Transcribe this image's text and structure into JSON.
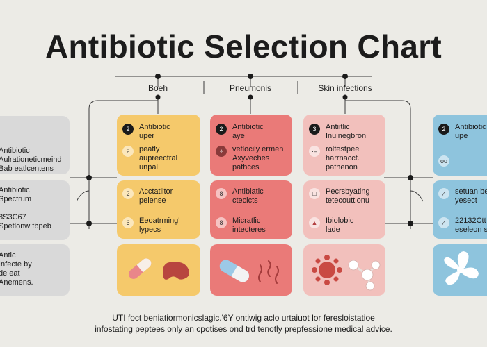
{
  "title": "Antibiotic Selection Chart",
  "headers": [
    "Boeh",
    "Pneumonis",
    "Skin infections"
  ],
  "colors": {
    "gray": "#d9d9d9",
    "yellow": "#f5c96b",
    "red": "#ea7a78",
    "pink": "#f2c0bc",
    "blue": "#8ec4dd",
    "background": "#ecebe6"
  },
  "left_column": [
    {
      "text": "Antibiotic\nAulrationeticmeind\nBab eatlcentens"
    },
    {
      "text": "Antibiotic\nSpectrum\n\n8S3C67\nSpetlonw tbpeb"
    },
    {
      "text": "Antic\nInfecte by\nde eat\nAnemens."
    }
  ],
  "columns": [
    {
      "rows": [
        {
          "badge": "2",
          "text": "Antibiotic\nuper"
        },
        {
          "badge": "2",
          "text": "peatly\naupreectral\nunpal"
        },
        {
          "badge": "2",
          "text": "Acctatiltor\npelense"
        },
        {
          "badge": "6",
          "text": "Eeoatrming'\nlypecs"
        }
      ],
      "icons": [
        "capsule-icon",
        "kidney-icon"
      ]
    },
    {
      "rows": [
        {
          "badge": "2",
          "text": "Antibiotic\naye"
        },
        {
          "badge": "✧",
          "text": "vetlocily ermen\nAxyveches\npathces"
        },
        {
          "badge": "8",
          "text": "Antibiatic\nctecicts"
        },
        {
          "badge": "8",
          "text": "Micratlic\nintecteres"
        }
      ],
      "icons": [
        "pill-icon",
        "bacteria-icon"
      ]
    },
    {
      "rows": [
        {
          "badge": "3",
          "text": "Antiitlic\nInuinegbron"
        },
        {
          "badge": "·–",
          "text": "rolfestpeel\nharrnacct.\npathenon"
        },
        {
          "badge": "□",
          "text": "Pecrsbyating\ntetecouttionu"
        },
        {
          "badge": "▲",
          "text": "Ibiolobic\nlade"
        }
      ],
      "icons": [
        "virus-icon",
        "molecule-icon"
      ]
    }
  ],
  "right_column": [
    {
      "badge": "2",
      "text": "Antibiotic\nupe"
    },
    {
      "badge": "oo",
      "text": ""
    },
    {
      "badge": "⁄",
      "text": "setuan be\nyesect"
    },
    {
      "badge": "⁄",
      "text": "22132Ctt\neseleon s"
    }
  ],
  "right_icon": "fan-icon",
  "footnote": "UTI foct beniatiormonicslagic.'6Y ontiwig aclo urtaiuot lor feresloistatioe\ninfostating peptees only an cpotises ond trd tenotly prepfessione medical advice."
}
